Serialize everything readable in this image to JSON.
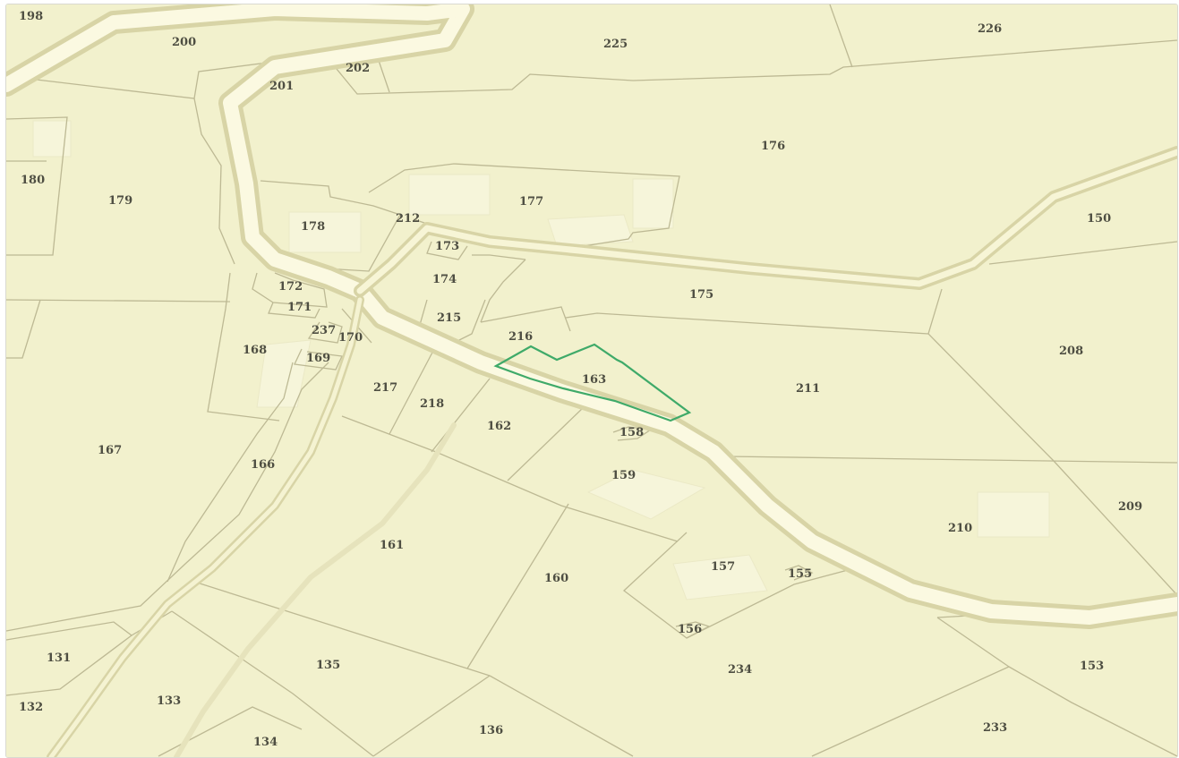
{
  "colors": {
    "background": "#f2f1cd",
    "parcel_line": "#bdb994",
    "road_fill": "#fbf9e1",
    "road_edge": "#d8d4a6",
    "label": "#4e4e42",
    "highlight": "#3faa69"
  },
  "highlighted_parcel": "163",
  "parcels": [
    "198",
    "200",
    "201",
    "202",
    "225",
    "226",
    "176",
    "180",
    "179",
    "177",
    "178",
    "212",
    "173",
    "174",
    "172",
    "171",
    "237",
    "170",
    "168",
    "169",
    "215",
    "216",
    "175",
    "150",
    "208",
    "211",
    "163",
    "217",
    "218",
    "162",
    "158",
    "159",
    "167",
    "166",
    "161",
    "160",
    "157",
    "155",
    "156",
    "210",
    "209",
    "234",
    "153",
    "233",
    "131",
    "132",
    "133",
    "135",
    "134",
    "136"
  ]
}
